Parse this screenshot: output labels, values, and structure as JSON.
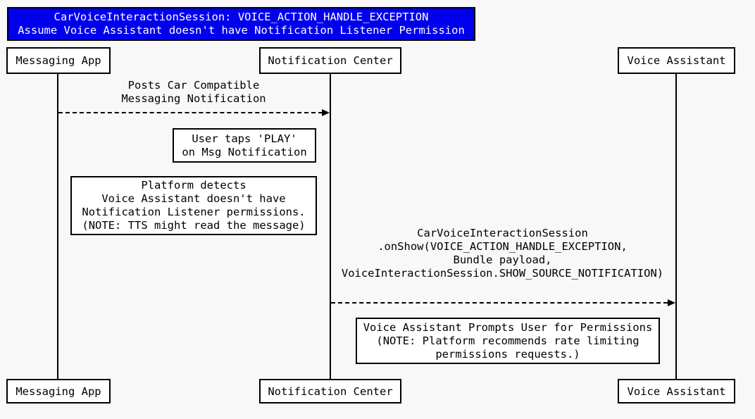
{
  "diagram_type": "sequence-diagram",
  "title": {
    "lines": [
      "CarVoiceInteractionSession: VOICE_ACTION_HANDLE_EXCEPTION",
      "Assume Voice Assistant doesn't have Notification Listener Permission"
    ]
  },
  "participants": {
    "messaging_app": "Messaging App",
    "notification_center": "Notification Center",
    "voice_assistant": "Voice Assistant"
  },
  "messages": {
    "post_notification": {
      "from": "Messaging App",
      "to": "Notification Center",
      "style": "dashed-arrow",
      "lines": [
        "Posts Car Compatible",
        "Messaging Notification"
      ]
    },
    "on_show": {
      "from": "Notification Center",
      "to": "Voice Assistant",
      "style": "dashed-arrow",
      "lines": [
        "CarVoiceInteractionSession",
        ".onShow(VOICE_ACTION_HANDLE_EXCEPTION,",
        "Bundle payload,",
        "VoiceInteractionSession.SHOW_SOURCE_NOTIFICATION)"
      ]
    }
  },
  "notes": {
    "user_taps_play": {
      "lines": [
        "User taps 'PLAY'",
        "on Msg Notification"
      ]
    },
    "platform_detects": {
      "lines": [
        "Platform detects",
        "Voice Assistant doesn't have",
        "Notification Listener permissions.",
        "(NOTE: TTS might read the message)"
      ]
    },
    "permission_prompt": {
      "lines": [
        "Voice Assistant Prompts User for Permissions",
        "(NOTE: Platform recommends rate limiting",
        "permissions requests.)"
      ]
    }
  },
  "colors": {
    "background": "#f8f8f8",
    "title_background": "#0000ee",
    "title_text": "#ffffff",
    "box_background": "#ffffff",
    "line_and_text": "#000000"
  }
}
